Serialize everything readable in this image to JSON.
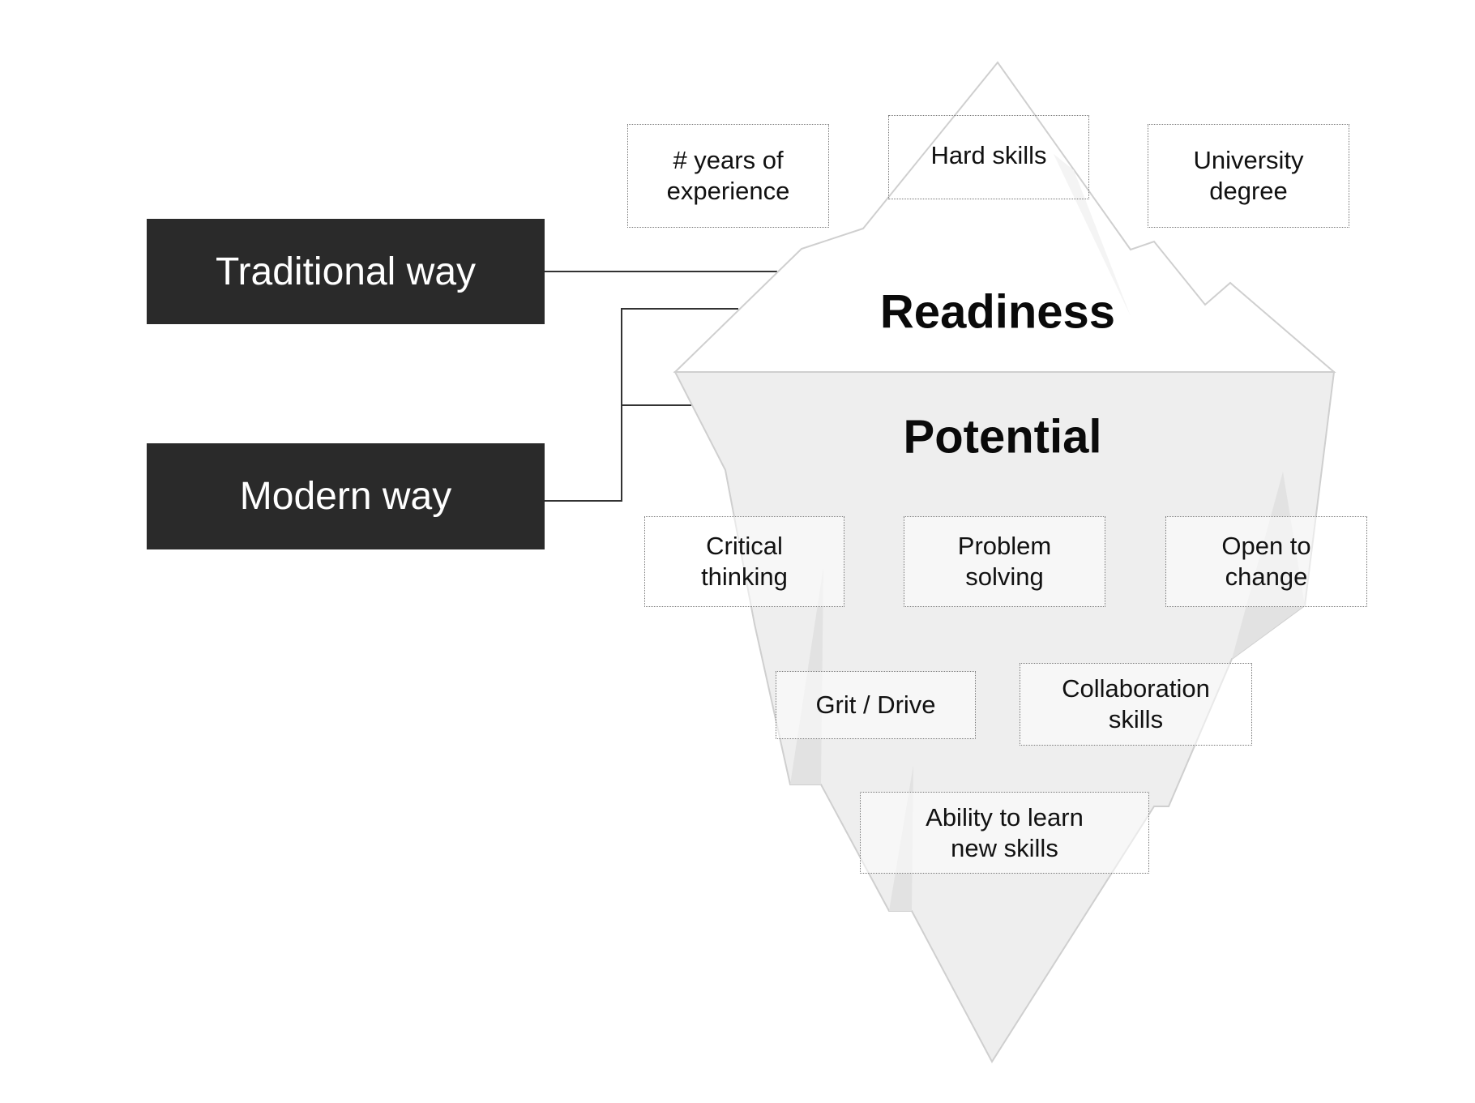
{
  "diagram": {
    "title": "Iceberg: Readiness vs Potential",
    "approaches": [
      {
        "id": "traditional",
        "label": "Traditional way"
      },
      {
        "id": "modern",
        "label": "Modern way"
      }
    ],
    "layers": {
      "above_water": {
        "label": "Readiness"
      },
      "below_water": {
        "label": "Potential"
      }
    },
    "readiness_items": [
      "# years of\nexperience",
      "Hard skills",
      "University\ndegree"
    ],
    "potential_items": [
      "Critical\nthinking",
      "Problem\nsolving",
      "Open to\nchange",
      "Grit / Drive",
      "Collaboration\nskills",
      "Ability to learn\nnew skills"
    ],
    "connections": [
      {
        "from": "Traditional way",
        "to": "Readiness"
      },
      {
        "from": "Modern way",
        "to": "Readiness"
      },
      {
        "from": "Modern way",
        "to": "Potential"
      }
    ],
    "colors": {
      "dark_box": "#2a2a2a",
      "iceberg_top": "#ffffff",
      "iceberg_bottom": "#eeeeee",
      "outline": "#cccccc",
      "connector": "#333333"
    }
  }
}
